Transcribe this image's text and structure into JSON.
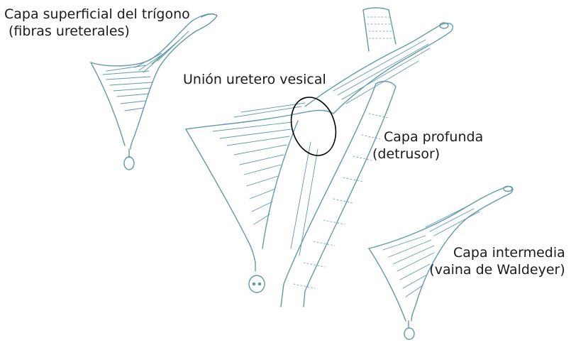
{
  "labels": {
    "superficial": {
      "line1": "Capa superficial del trígono",
      "line2": "(fibras ureterales)"
    },
    "union": "Unión uretero vesical",
    "profunda": {
      "line1": "Capa profunda",
      "line2": "(detrusor)"
    },
    "intermedia": {
      "line1": "Capa intermedia",
      "line2": "(vaina de Waldeyer)"
    }
  },
  "colors": {
    "ink": "#5f9aac",
    "ink_light": "#9cc4d0",
    "highlight": "#000000"
  }
}
